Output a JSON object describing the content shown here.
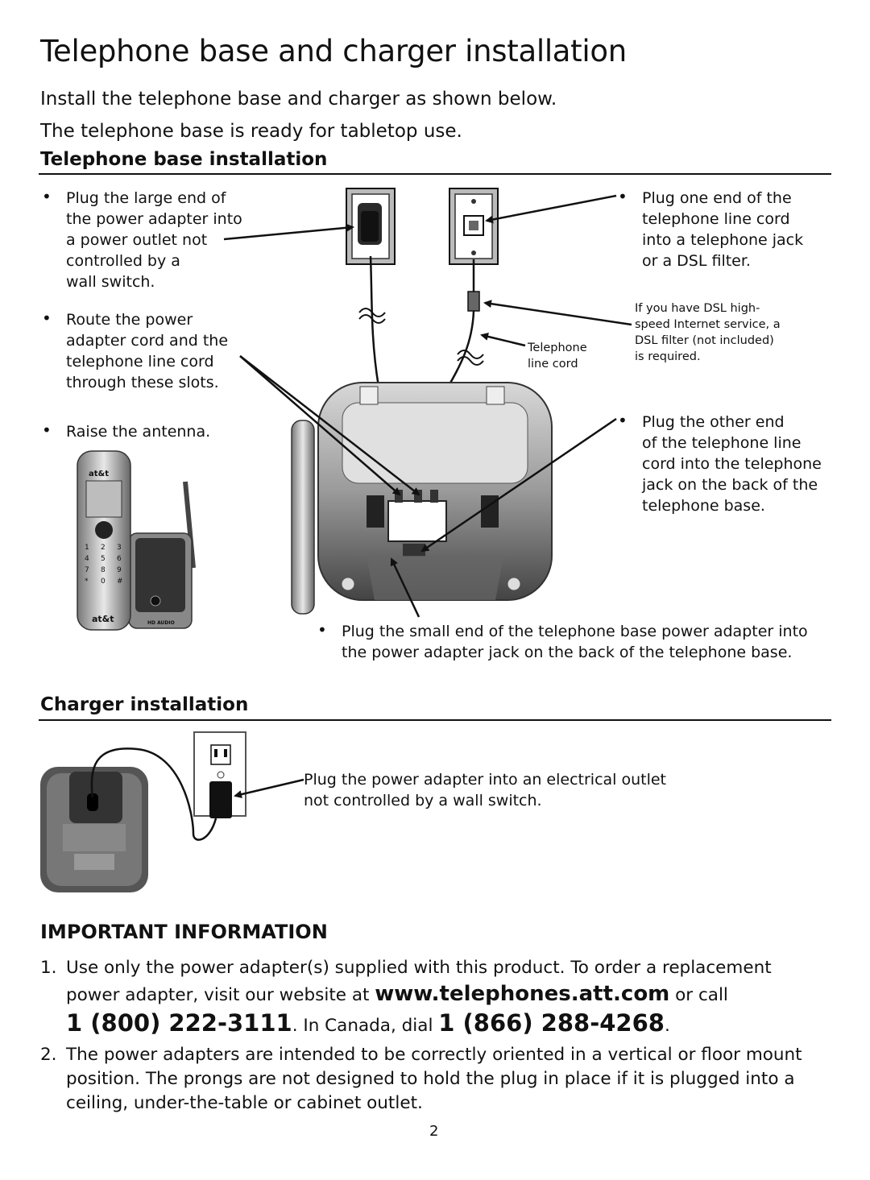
{
  "title": "Telephone base and charger installation",
  "intro": {
    "line1": "Install the telephone base and charger as shown below.",
    "line2": "The telephone base is ready for tabletop use."
  },
  "base_section": {
    "heading": "Telephone base installation",
    "left_bullets": [
      [
        "Plug the large end of",
        "the power adapter into",
        "a power outlet not",
        "controlled by a",
        "wall switch."
      ],
      [
        "Route the power",
        "adapter cord and the",
        "telephone line cord",
        "through these slots."
      ],
      [
        "Raise the antenna."
      ]
    ],
    "right_bullet_1": [
      "Plug one end of the",
      "telephone line cord",
      "into a telephone jack",
      "or a DSL filter."
    ],
    "dsl_note": [
      "If you have DSL high-",
      "speed Internet service, a",
      "DSL filter (not included)",
      "is required."
    ],
    "line_cord_label": [
      "Telephone",
      "line cord"
    ],
    "right_bullet_2": [
      "Plug the other end",
      "of the telephone line",
      "cord into the telephone",
      "jack on the back of the",
      "telephone base."
    ],
    "bottom_bullet": [
      "Plug the small end of the telephone base power adapter into",
      "the power adapter jack on the back of the telephone base."
    ],
    "handset_brand": "at&t",
    "handset_keys": [
      "1",
      "2",
      "3",
      "4",
      "5",
      "6",
      "7",
      "8",
      "9",
      "*",
      "0",
      "#"
    ],
    "hd_audio": "HD AUDIO"
  },
  "charger_section": {
    "heading": "Charger installation",
    "note": [
      "Plug the power adapter into an electrical outlet",
      "not controlled by a wall switch."
    ]
  },
  "important": {
    "heading": "IMPORTANT INFORMATION",
    "item1_number": "1.",
    "item1_text_a": "Use only the power adapter(s) supplied with this product. To order a replacement",
    "item1_text_b": "power adapter, visit our website at ",
    "item1_url": "www.telephones.att.com",
    "item1_text_c": " or call",
    "item1_phone1": "1 (800) 222-3111",
    "item1_text_d": ". In Canada, dial ",
    "item1_phone2": "1 (866) 288-4268",
    "item1_text_e": ".",
    "item2_number": "2.",
    "item2_lines": [
      "The power adapters are intended to be correctly oriented in a vertical or floor mount",
      "position. The prongs are not designed to hold the plug in place if it is plugged into a",
      "ceiling, under-the-table or cabinet outlet."
    ]
  },
  "page_number": "2"
}
